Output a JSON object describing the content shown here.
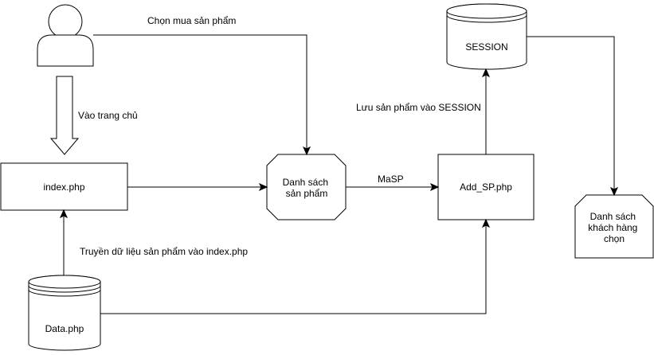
{
  "nodes": {
    "user_icon": "user-actor",
    "index": "index.php",
    "product_list": [
      "Danh sách",
      "sản phẩm"
    ],
    "add_sp": "Add_SP.php",
    "session": "SESSION",
    "customer_list": [
      "Danh sách",
      "khách hàng",
      "chọn"
    ],
    "data": "Data.php"
  },
  "edges": {
    "choose_product": "Chọn mua sản phẩm",
    "home": "Vào trang chủ",
    "masp": "MaSP",
    "save_session": "Lưu sản phẩm vào SESSION",
    "pass_data": "Truyền dữ liệu sản phẩm vào index.php"
  },
  "colors": {
    "stroke": "#000000",
    "fill": "#ffffff"
  }
}
